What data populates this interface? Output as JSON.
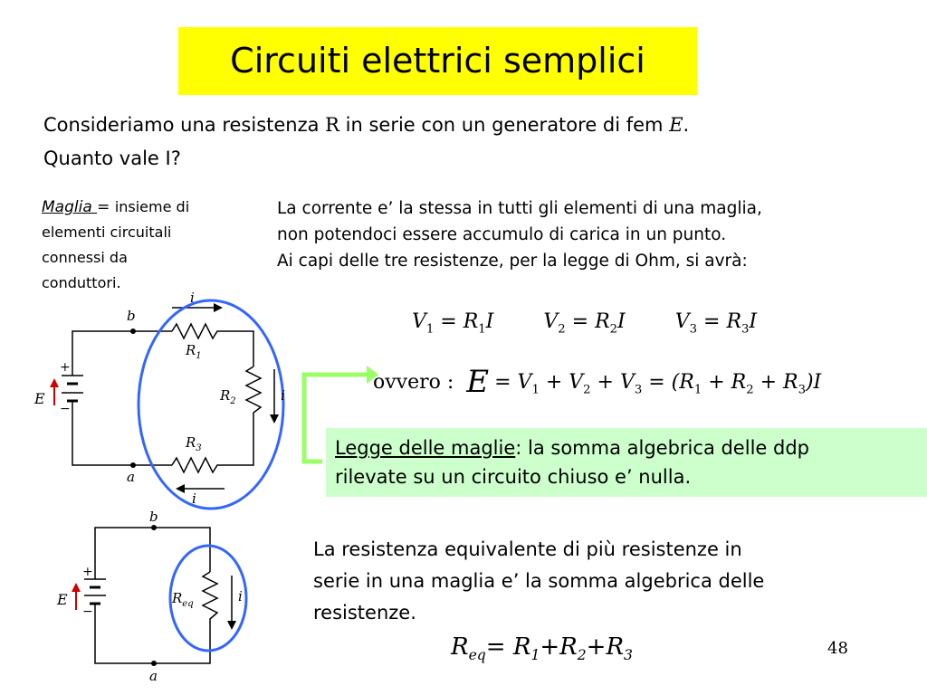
{
  "title": "Circuiti elettrici semplici",
  "intro": {
    "line1_a": "Consideriamo una resistenza ",
    "line1_R": "R",
    "line1_b": " in serie con un generatore di fem ",
    "line1_E": "E",
    "line1_c": ".",
    "line2": "Quanto vale I?"
  },
  "maglia": {
    "term": "Maglia ",
    "eq": "= ",
    "def1": "insieme di",
    "def2": "elementi circuitali",
    "def3": "connessi da",
    "def4": "conduttori",
    "end": "."
  },
  "paragraph1": {
    "line1": "La corrente e’ la stessa in tutti gli elementi di una maglia,",
    "line2": "non potendoci essere accumulo di carica in un punto.",
    "line3": "Ai capi delle tre resistenze, per la legge di Ohm, si avrà:"
  },
  "equations": {
    "v1": {
      "V": "V",
      "vsub": "1",
      "eq": " = ",
      "R": "R",
      "rsub": "1",
      "I": "I"
    },
    "v2": {
      "V": "V",
      "vsub": "2",
      "eq": " = ",
      "R": "R",
      "rsub": "2",
      "I": "I"
    },
    "v3": {
      "V": "V",
      "vsub": "3",
      "eq": " = ",
      "R": "R",
      "rsub": "3",
      "I": "I"
    },
    "sum_prefix": "ovvero :",
    "sum_E": "E",
    "sum_rest_1": "= V",
    "sum_rest_2": " + V",
    "sum_rest_3": " + V",
    "sum_rest_4": " = (R",
    "sum_rest_5": " + R",
    "sum_rest_6": " + R",
    "sum_rest_7": ")I",
    "sub1": "1",
    "sub2": "2",
    "sub3": "3"
  },
  "law": {
    "title": "Legge delle maglie",
    "text1": ": la somma algebrica delle ddp",
    "text2": "rilevate su un circuito chiuso e’ nulla."
  },
  "paragraph2": {
    "line1": "La resistenza equivalente di più resistenze in",
    "line2": "serie in una maglia e’ la somma algebrica delle",
    "line3": "resistenze."
  },
  "req_formula": {
    "R": "R",
    "eq_sub": "eq",
    "eq": "= ",
    "R1": "R",
    "s1": "1",
    "plus1": "+",
    "R2": "R",
    "s2": "2",
    "plus2": "+",
    "R3": "R",
    "s3": "3"
  },
  "page_number": "48",
  "circuit1": {
    "node_b": "b",
    "node_a": "a",
    "r1": "R",
    "r1_sub": "1",
    "r2": "R",
    "r2_sub": "2",
    "r3": "R",
    "r3_sub": "3",
    "emf": "E",
    "plus": "+",
    "minus": "−",
    "current_top": "i",
    "current_right": "i",
    "current_bottom": "i"
  },
  "circuit2": {
    "node_b": "b",
    "node_a": "a",
    "req": "R",
    "req_sub": "eq",
    "emf": "E",
    "plus": "+",
    "minus": "−",
    "current": "i"
  },
  "colors": {
    "title_bg": "#ffff00",
    "law_bg": "#ccffcc",
    "highlight_circle": "#3366ff",
    "connector": "#99ff66",
    "emf_arrow": "#cc0000"
  }
}
